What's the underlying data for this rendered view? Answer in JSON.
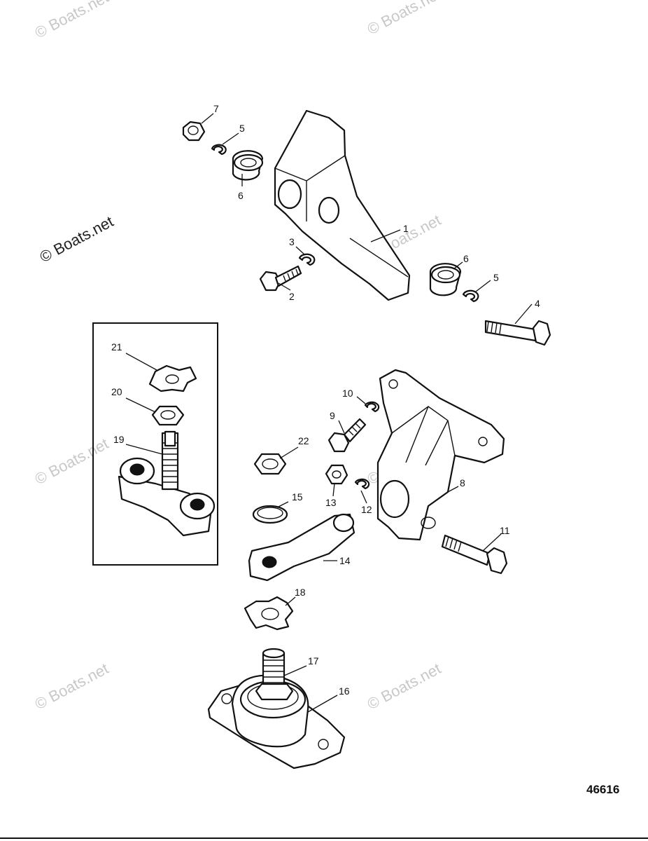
{
  "watermark": "© Boats.net",
  "diagram_id": "46616",
  "callouts": {
    "c1": "1",
    "c2": "2",
    "c3": "3",
    "c4": "4",
    "c5a": "5",
    "c5b": "5",
    "c6a": "6",
    "c6b": "6",
    "c7": "7",
    "c8": "8",
    "c9": "9",
    "c10": "10",
    "c11": "11",
    "c12": "12",
    "c13": "13",
    "c14": "14",
    "c15": "15",
    "c16": "16",
    "c17": "17",
    "c18": "18",
    "c19": "19",
    "c20": "20",
    "c21": "21",
    "c22": "22"
  }
}
